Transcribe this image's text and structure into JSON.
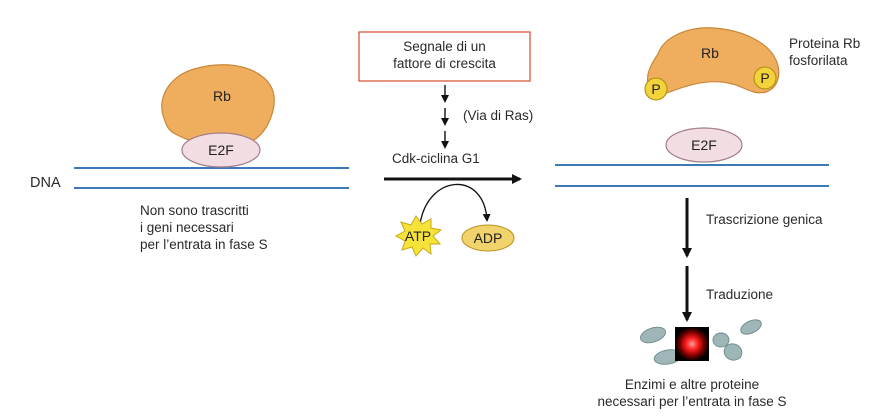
{
  "labels": {
    "dna": "DNA",
    "rb": "Rb",
    "e2f": "E2F",
    "phosphate": "P",
    "not_transcribed": "Non sono trascritti\ni geni necessari\nper l’entrata in fase S",
    "growth_signal": "Segnale di un\nfattore di crescita",
    "ras_pathway": "(Via di Ras)",
    "cdk_cyclin": "Cdk-ciclina G1",
    "atp": "ATP",
    "adp": "ADP",
    "phosphorylated_rb": "Proteina Rb\nfosforilata",
    "gene_transcription": "Trascrizione genica",
    "translation": "Traduzione",
    "enzymes": "Enzimi e altre proteine\nnecessari per l’entrata in fase S"
  },
  "colors": {
    "rb_fill": "#EFAE5E",
    "rb_stroke": "#C9863A",
    "e2f_fill": "#F2DDE3",
    "e2f_stroke": "#A27D8A",
    "dna_line": "#3D79B7",
    "signal_box": "#D9593A",
    "atp": "#F6E33A",
    "adp": "#F2D36B",
    "phosphate": "#F4D23A",
    "protein_blob": "#9FB6B8",
    "arrow": "#111111"
  }
}
